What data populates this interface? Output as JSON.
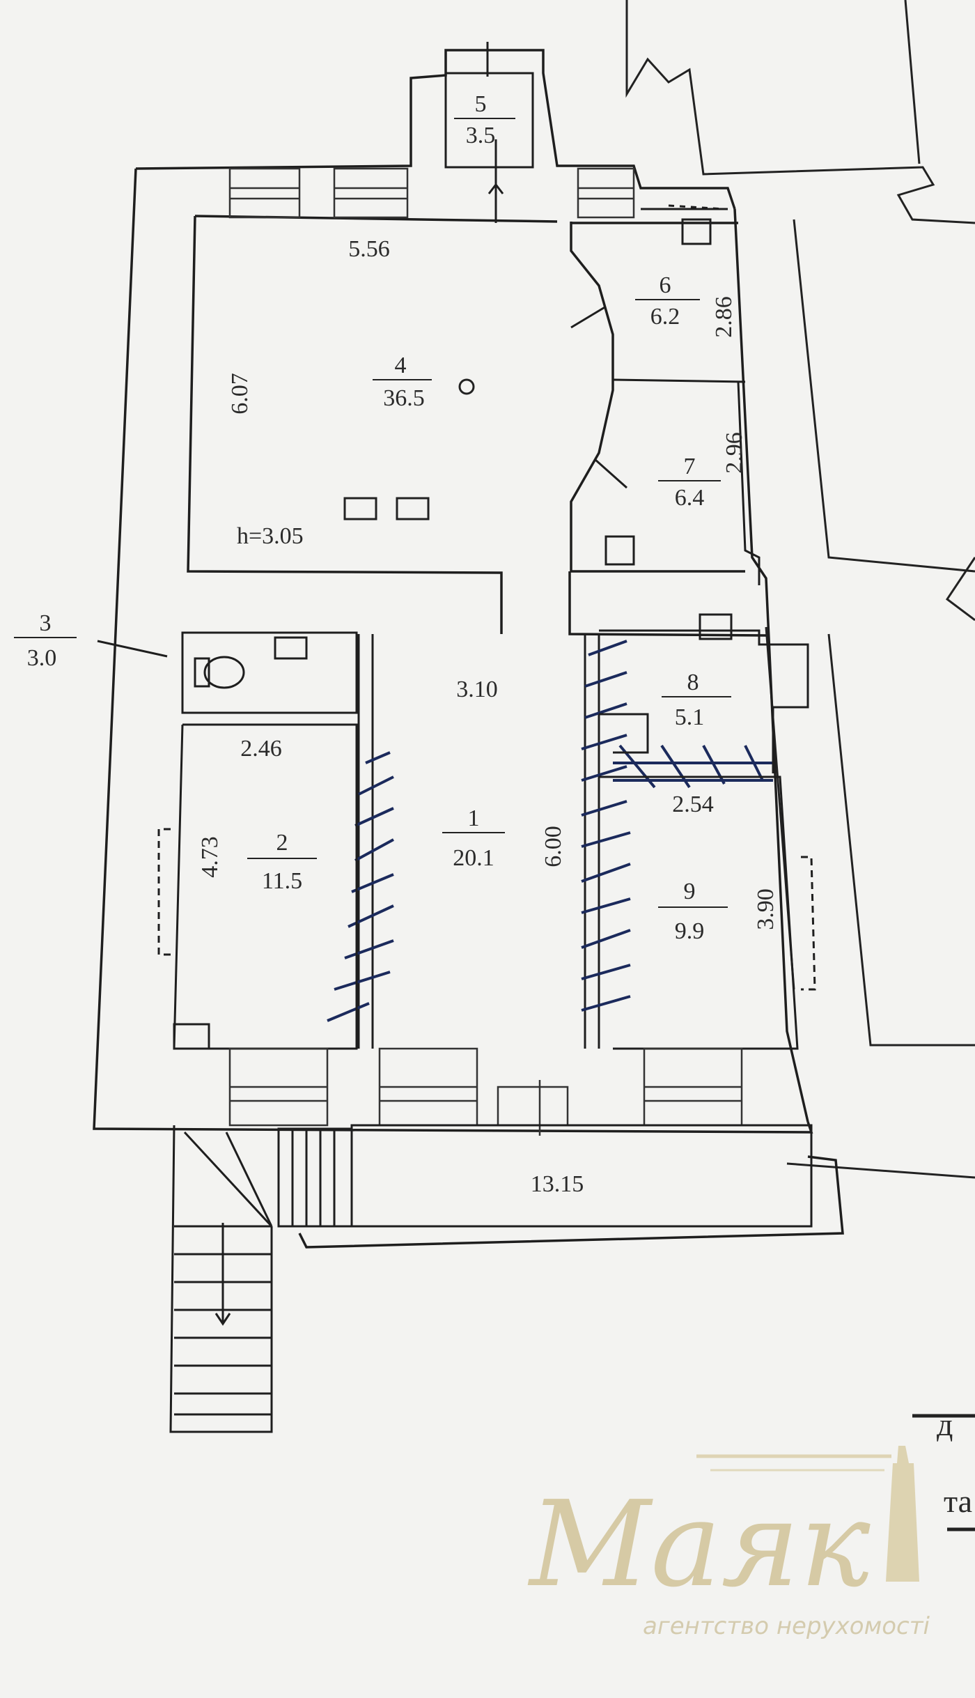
{
  "plan": {
    "rooms": [
      {
        "number": "1",
        "area": "20.1"
      },
      {
        "number": "2",
        "area": "11.5"
      },
      {
        "number": "3",
        "area": "3.0"
      },
      {
        "number": "4",
        "area": "36.5"
      },
      {
        "number": "5",
        "area": "3.5"
      },
      {
        "number": "6",
        "area": "6.2"
      },
      {
        "number": "7",
        "area": "6.4"
      },
      {
        "number": "8",
        "area": "5.1"
      },
      {
        "number": "9",
        "area": "9.9"
      }
    ],
    "dimensions": {
      "room4_width": "5.56",
      "room4_depth": "6.07",
      "room4_height": "h=3.05",
      "room6_side": "2.86",
      "room7_side": "2.96",
      "corridor_width": "3.10",
      "corridor_length": "6.00",
      "room2_width": "2.46",
      "room2_depth": "4.73",
      "room9_width": "2.54",
      "room9_depth": "3.90",
      "porch_area": "13.15"
    },
    "edge_text": {
      "right_top": "д",
      "right_bottom": "та"
    }
  },
  "watermark": {
    "brand": "Маяк",
    "tagline": "агентство нерухомості",
    "color": "#cdbd8c"
  }
}
